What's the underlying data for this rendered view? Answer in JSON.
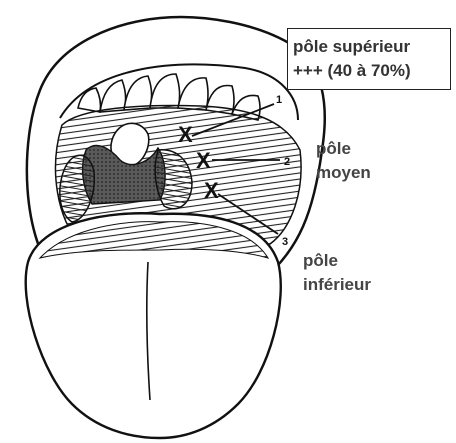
{
  "labels": {
    "upper_line1": "pôle supérieur",
    "upper_line2": "+++ (40 à 70%)",
    "middle_line1": "pôle",
    "middle_line2": "moyen",
    "lower_line1": "pôle",
    "lower_line2": "inférieur"
  },
  "markers": {
    "n1": "1",
    "n2": "2",
    "n3": "3",
    "x_symbol": "X"
  }
}
